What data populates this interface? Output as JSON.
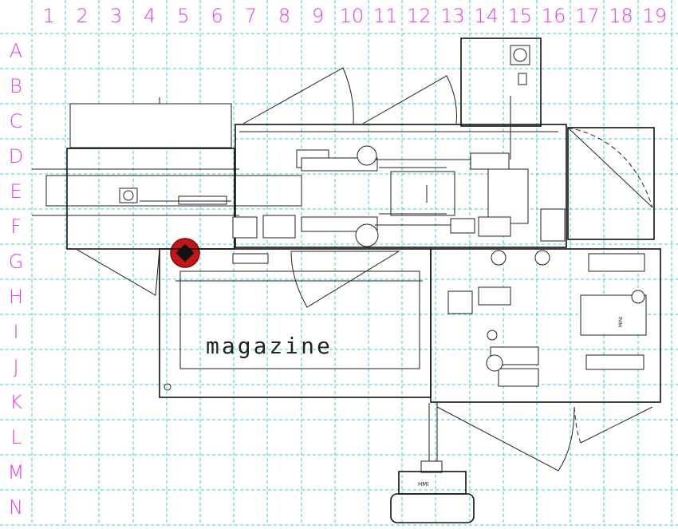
{
  "grid": {
    "columns": [
      "1",
      "2",
      "3",
      "4",
      "5",
      "6",
      "7",
      "8",
      "9",
      "10",
      "11",
      "12",
      "13",
      "14",
      "15",
      "16",
      "17",
      "18",
      "19"
    ],
    "rows": [
      "A",
      "B",
      "C",
      "D",
      "E",
      "F",
      "G",
      "H",
      "I",
      "J",
      "K",
      "L",
      "M",
      "N"
    ],
    "line_color": "#34d1d6",
    "label_color": "#e83ce8"
  },
  "labels": {
    "magazine": "magazine",
    "hmi": "HMI",
    "mini_label": "MINI"
  },
  "marker": {
    "color": "#c01818",
    "cell": "G5"
  }
}
